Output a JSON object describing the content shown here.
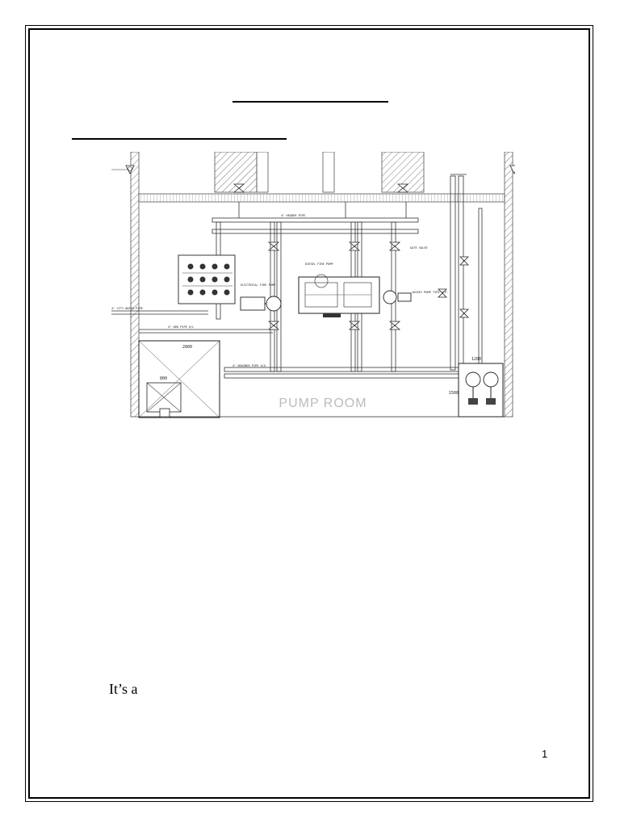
{
  "drawing": {
    "room_label": "PUMP ROOM",
    "labels": {
      "suction_pipe": "4\" HDR PIPE H/L",
      "drain_pipe": "4\" DRAINER PIPE U/G",
      "header": "4\" HEADER PIPE",
      "city_water": "4\" CITY WATER PIPE",
      "jockey_pump": "JOCKEY PUMP TYPE J.P.",
      "electric_pump": "ELECTRICAL FIRE PUMP",
      "diesel_pump": "DIESEL FIRE PUMP",
      "valve": "GATE VALVE",
      "dim_a": "2800",
      "dim_b": "800",
      "dim_c": "1200",
      "dim_d": "1500"
    }
  },
  "body": {
    "text": "It’s a"
  },
  "footer": {
    "page_number": "1"
  }
}
